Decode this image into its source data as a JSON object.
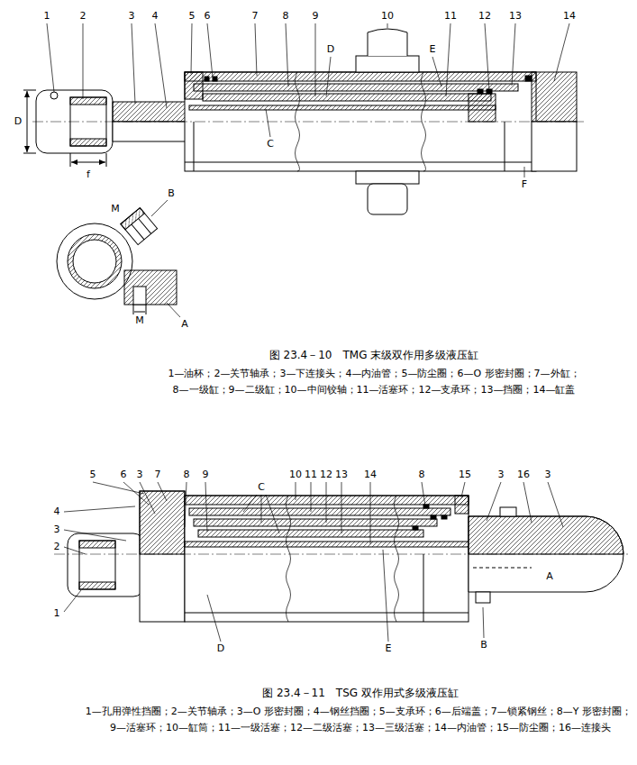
{
  "diagram": {
    "labels": [
      "1",
      "2",
      "3",
      "4",
      "5",
      "6",
      "7",
      "8",
      "9",
      "10",
      "11",
      "12",
      "13",
      "14",
      "D",
      "E",
      "D",
      "f",
      "C",
      "F",
      "B",
      "M",
      "M",
      "A",
      "图 23.4－10　TMG 末级双作用多级液压缸",
      "1—油杯；2—关节轴承；3—下连接头；4—内油管；5—防尘圈；6—O 形密封圈；7—外缸；",
      "8—一级缸；9—二级缸；10—中间铰轴；11—活塞环；12—支承环；13—挡圈；14—缸盖",
      "5",
      "6",
      "3",
      "7",
      "8",
      "9",
      "C",
      "10",
      "11",
      "12",
      "13",
      "14",
      "8",
      "15",
      "3",
      "16",
      "3",
      "A",
      "4",
      "3",
      "2",
      "1",
      "D",
      "E",
      "B",
      "图 23.4－11　TSG 双作用式多级液压缸",
      "1—孔用弹性挡圈；2—关节轴承；3—O 形密封圈；4—钢丝挡圈；5—支承环；6—后端盖；7—锁紧钢丝；8—Y 形密封圈；",
      "9—活塞环；10—缸筒；11—一级活塞；12—二级活塞；13—三级活塞；14—内油管；15—防尘圈；16—连接头"
    ]
  }
}
